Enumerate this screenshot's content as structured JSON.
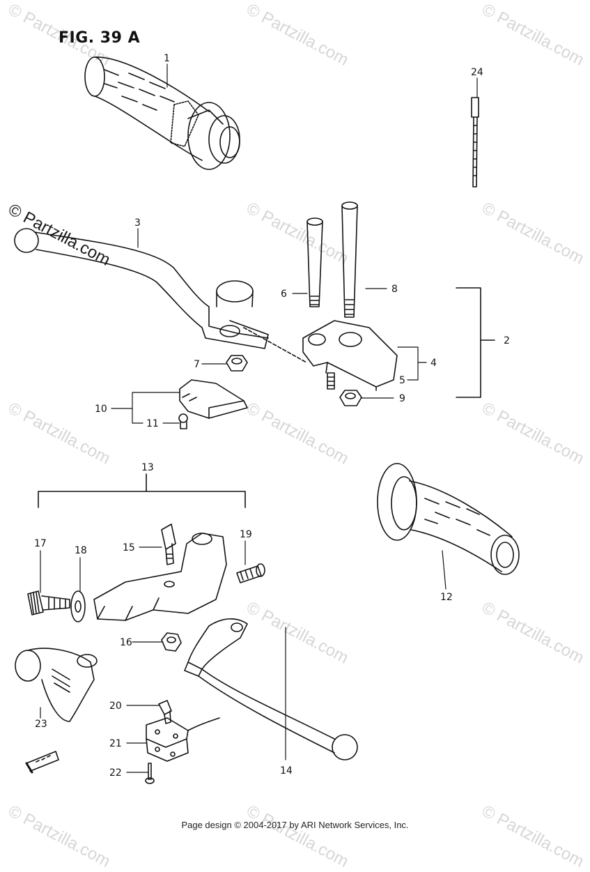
{
  "figure": {
    "title": "FIG. 39 A"
  },
  "watermark": "© Partzilla.com",
  "footer": "Page design © 2004-2017 by ARI Network Services, Inc.",
  "callouts": {
    "c1": "1",
    "c2": "2",
    "c3": "3",
    "c4": "4",
    "c5": "5",
    "c6": "6",
    "c7": "7",
    "c8": "8",
    "c9": "9",
    "c10": "10",
    "c11": "11",
    "c12": "12",
    "c13": "13",
    "c14": "14",
    "c15": "15",
    "c16": "16",
    "c17": "17",
    "c18": "18",
    "c19": "19",
    "c20": "20",
    "c21": "21",
    "c22": "22",
    "c23": "23",
    "c24": "24"
  },
  "colors": {
    "ink": "#111111",
    "watermark": "#d6d6d6",
    "background": "#ffffff"
  }
}
